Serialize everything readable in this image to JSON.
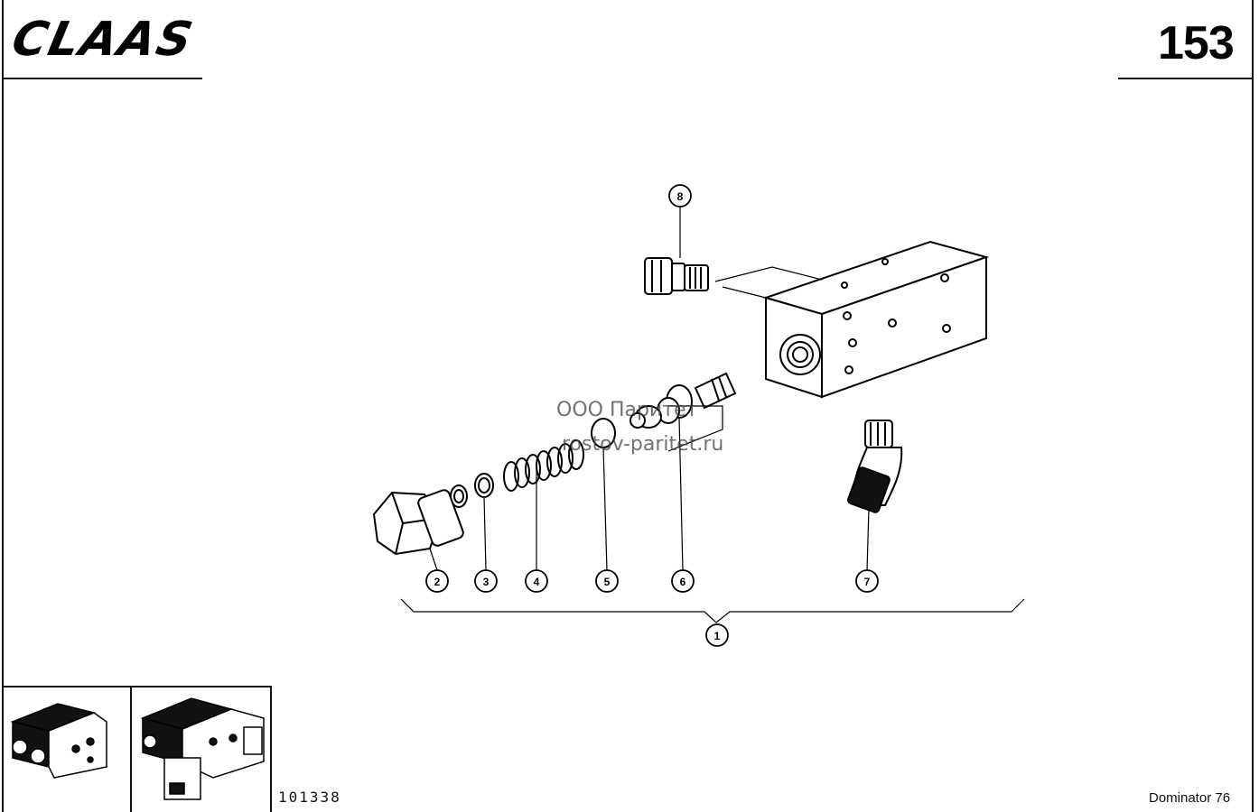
{
  "header": {
    "brand": "CLAAS",
    "page_number": "153"
  },
  "callouts": [
    "1",
    "2",
    "3",
    "4",
    "5",
    "6",
    "7",
    "8"
  ],
  "watermark": {
    "line1": "ООО Паритет",
    "line2": "rostov-paritet.ru"
  },
  "footer": {
    "drawing_number": "101338",
    "model": "Dominator 76"
  }
}
